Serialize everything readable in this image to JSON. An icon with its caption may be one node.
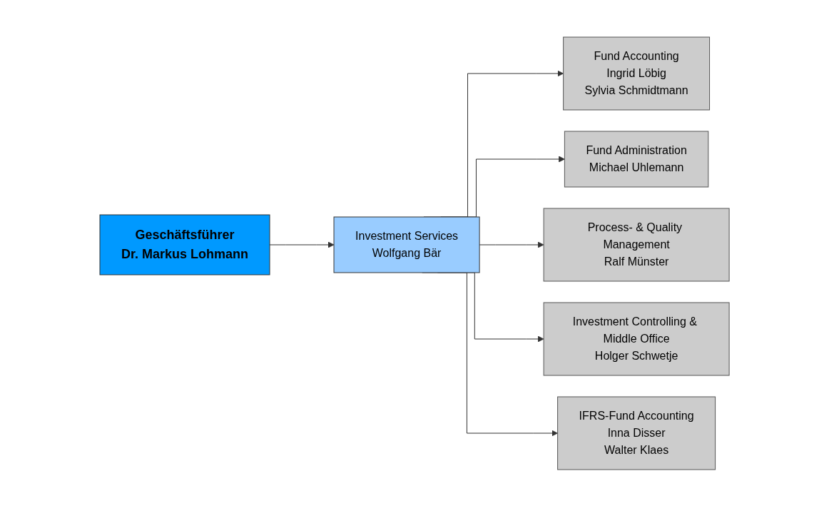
{
  "diagram": {
    "nodes": [
      {
        "text": [
          "Geschäftsführer",
          "Dr. Markus Lohmann"
        ]
      },
      {
        "text": [
          "Investment Services",
          "Wolfgang Bär"
        ]
      },
      {
        "text": [
          "Fund Accounting",
          "Ingrid Löbig",
          "Sylvia Schmidtmann"
        ]
      },
      {
        "text": [
          "Fund Administration",
          "Michael Uhlemann"
        ]
      },
      {
        "text": [
          "Process- & Quality Management",
          "Ralf Münster"
        ]
      },
      {
        "text": [
          "Investment Controlling & Middle Office",
          "Holger Schwetje"
        ]
      },
      {
        "text": [
          "IFRS-Fund Accounting",
          "Inna Disser",
          "Walter Klaes"
        ]
      }
    ],
    "edges": [
      {
        "from": 0,
        "to": 1,
        "arrow": "to"
      },
      {
        "from": 1,
        "to": 2,
        "arrow": "to"
      },
      {
        "from": 1,
        "to": 3,
        "arrow": "to"
      },
      {
        "from": 1,
        "to": 4,
        "arrow": "to"
      },
      {
        "from": 1,
        "to": 5,
        "arrow": "to"
      },
      {
        "from": 1,
        "to": 6,
        "arrow": "to"
      }
    ]
  }
}
